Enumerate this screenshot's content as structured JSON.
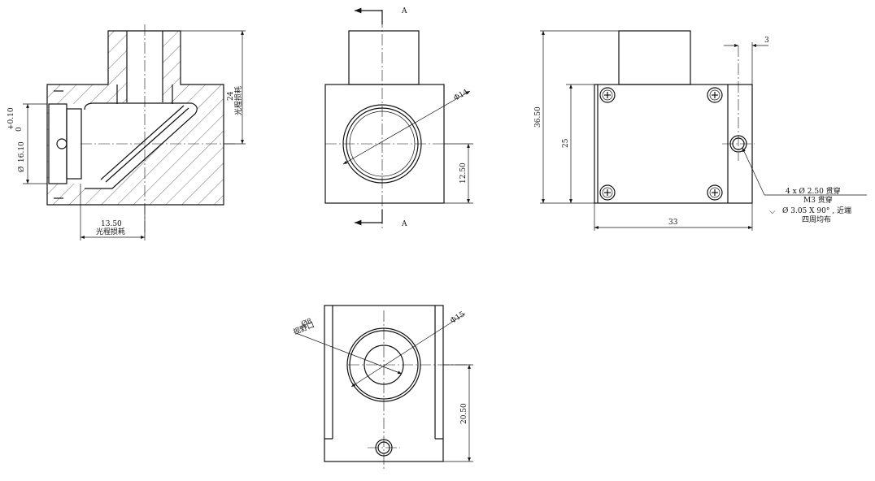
{
  "section_marks": {
    "top": "A",
    "bottom": "A"
  },
  "left_view": {
    "tolerance_plus": "+0.10",
    "tolerance_zero": "0",
    "dia_prefix": "Ø",
    "dia_value": "16.10",
    "height_value": "24",
    "height_note": "光程损耗",
    "width_value": "13.50",
    "width_note": "光程损耗"
  },
  "front_view": {
    "dia_label": "Φ14",
    "height_value": "12.50"
  },
  "right_view": {
    "dim_3": "3",
    "dim_36_50": "36.50",
    "dim_25": "25",
    "dim_33": "33",
    "note_line1": "4 x  Ø  2.50  贯穿",
    "note_line2": "M3   贯穿",
    "note_line3": "Ø  3.05  X 90°  , 近端",
    "note_line4": "四周均布",
    "note_symbol": "⌵"
  },
  "bottom_view": {
    "dia8_label": "Ø8",
    "window_label": "视野口",
    "dia15_label": "Φ15",
    "height_value": "20.50"
  }
}
